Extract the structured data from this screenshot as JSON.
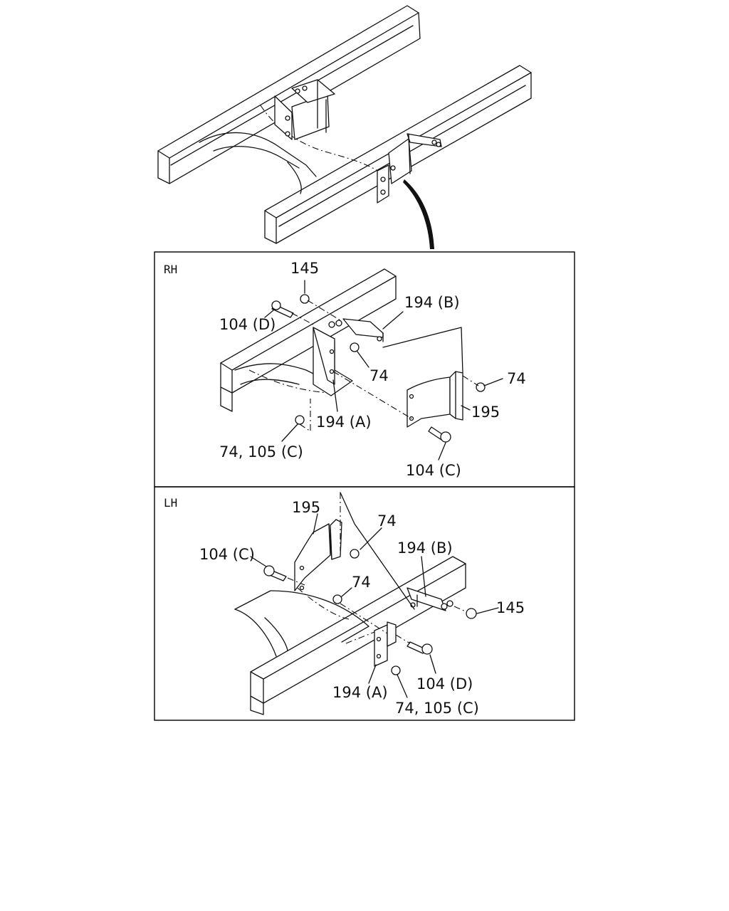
{
  "sections": {
    "rh": {
      "title": "RH",
      "callouts": [
        "145",
        "104 (D)",
        "194 (B)",
        "74",
        "74",
        "195",
        "194 (A)",
        "74, 105 (C)",
        "104 (C)"
      ]
    },
    "lh": {
      "title": "LH",
      "callouts": [
        "195",
        "74",
        "104 (C)",
        "194 (B)",
        "74",
        "145",
        "104 (D)",
        "194 (A)",
        "74, 105 (C)"
      ]
    }
  }
}
